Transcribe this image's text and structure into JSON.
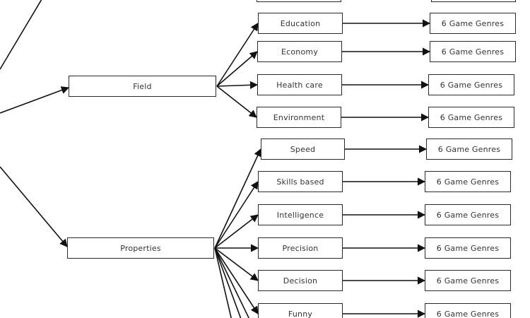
{
  "diagram": {
    "level1": [
      {
        "id": "field",
        "label": "Field"
      },
      {
        "id": "properties",
        "label": "Properties"
      }
    ],
    "field_children": [
      "Education",
      "Economy",
      "Health care",
      "Environment"
    ],
    "properties_children": [
      "Speed",
      "Skills based",
      "Intelligence",
      "Precision",
      "Decision",
      "Funny"
    ],
    "leaf_label": "6 Game Genres"
  }
}
